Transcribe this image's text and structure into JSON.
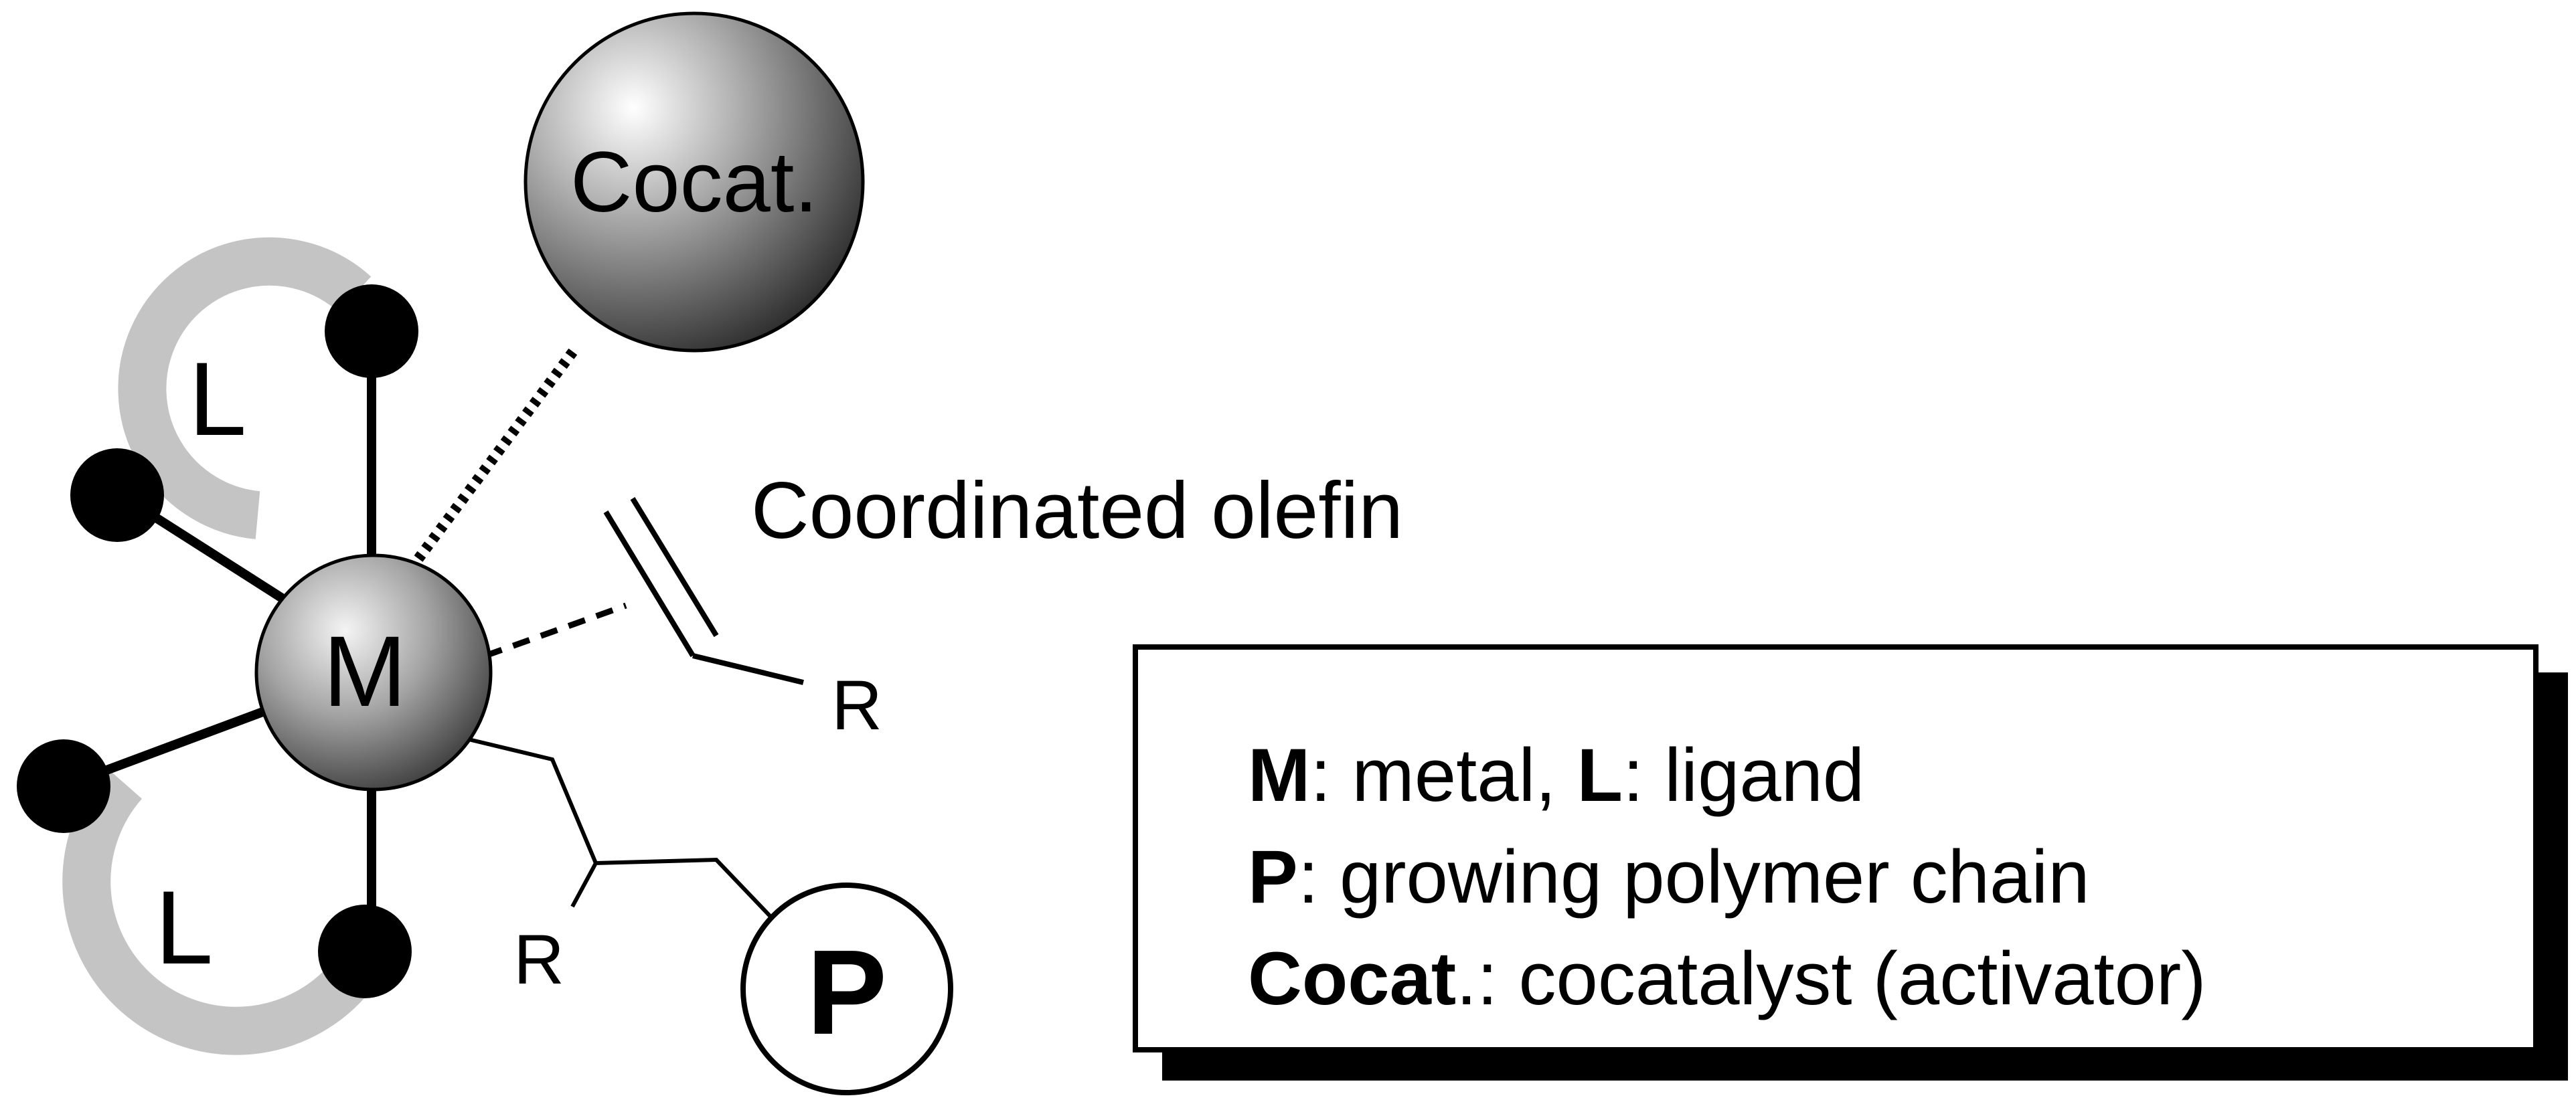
{
  "diagram": {
    "labels": {
      "cocatalyst": "Cocat.",
      "metal": "M",
      "ligand_top": "L",
      "ligand_bottom": "L",
      "olefin": "Coordinated olefin",
      "olefin_substituent": "R",
      "chain_substituent": "R",
      "polymer": "P"
    }
  },
  "legend": {
    "line1": {
      "term1": "M",
      "text1": ": metal, ",
      "term2": "L",
      "text2": ": ligand"
    },
    "line2": {
      "term": "P",
      "text": ": growing polymer chain"
    },
    "line3": {
      "term": "Cocat",
      "text": ".: cocatalyst (activator)"
    }
  },
  "colors": {
    "ink": "#000000",
    "ligand_arc": "#c4c4c4",
    "background": "#ffffff"
  }
}
